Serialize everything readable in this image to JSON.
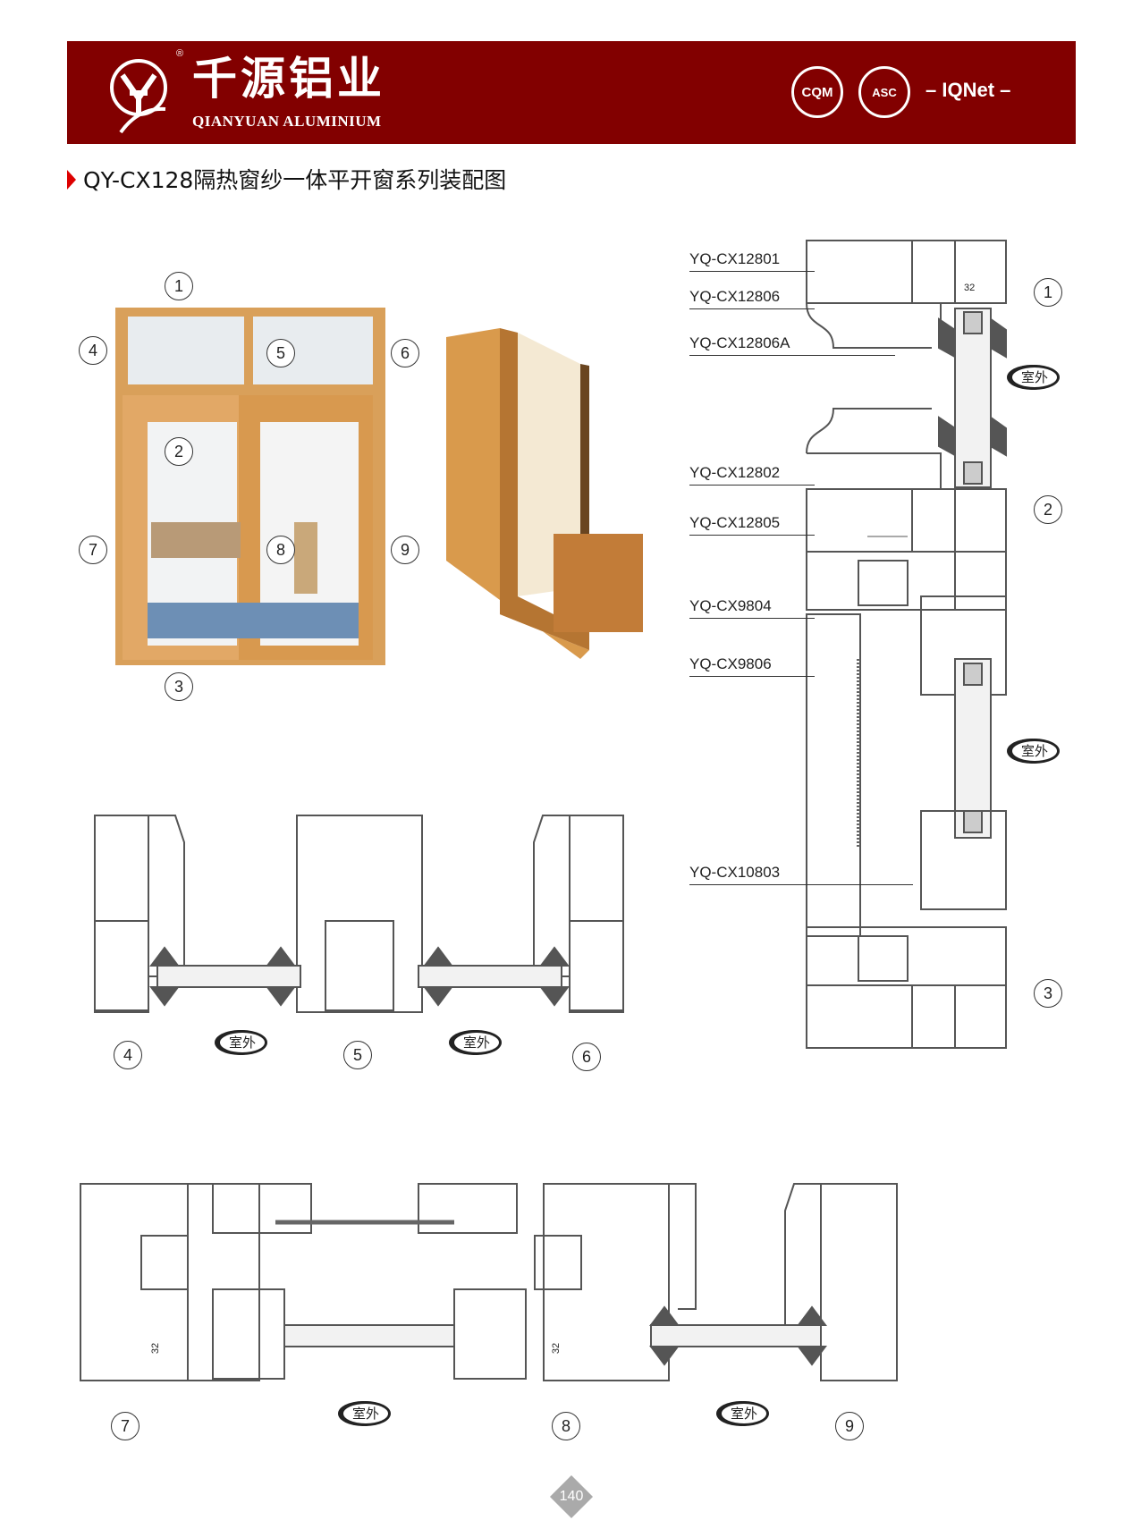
{
  "header": {
    "brand_cn": "千源铝业",
    "brand_en": "QIANYUAN ALUMINIUM",
    "registered": "®",
    "certs": [
      "CQM",
      "ASC",
      "IQNet"
    ]
  },
  "title": "QY-CX128隔热窗纱一体平开窗系列装配图",
  "photo_callouts": [
    "1",
    "2",
    "3",
    "4",
    "5",
    "6",
    "7",
    "8",
    "9"
  ],
  "profiles": [
    "YQ-CX12801",
    "YQ-CX12806",
    "YQ-CX12806A",
    "YQ-CX12802",
    "YQ-CX12805",
    "YQ-CX9804",
    "YQ-CX9806",
    "YQ-CX10803"
  ],
  "section_numbers": [
    "1",
    "2",
    "3",
    "4",
    "5",
    "6",
    "7",
    "8",
    "9"
  ],
  "outdoor": "室外",
  "dimension": "32",
  "page_number": "140"
}
